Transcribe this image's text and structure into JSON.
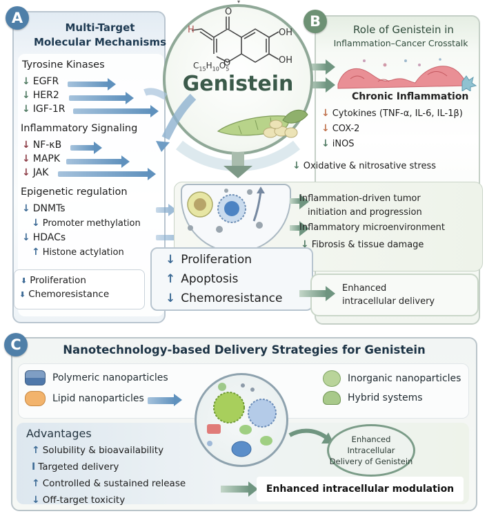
{
  "top_indicator": "▾",
  "panel_a": {
    "badge": "A",
    "title_line1": "Multi-Target",
    "title_line2": "Molecular Mechanisms",
    "sections": [
      {
        "heading": "Tyrosine Kinases",
        "items": [
          {
            "arrow": "down",
            "label": "EGFR"
          },
          {
            "arrow": "down",
            "label": "HER2"
          },
          {
            "arrow": "down",
            "label": "IGF-1R"
          }
        ]
      },
      {
        "heading": "Inflammatory Signaling",
        "items": [
          {
            "arrow": "down",
            "label": "NF-κB"
          },
          {
            "arrow": "down",
            "label": "MAPK"
          },
          {
            "arrow": "down",
            "label": "JAK"
          }
        ]
      },
      {
        "heading": "Epigenetic regulation",
        "items": [
          {
            "arrow": "down",
            "label": "DNMTs"
          },
          {
            "arrow": "down",
            "label": "Promoter methylation",
            "indent": true
          },
          {
            "arrow": "down",
            "label": "HDACs"
          },
          {
            "arrow": "up",
            "label": "Histone actylation",
            "indent": true
          }
        ]
      }
    ],
    "summary": [
      {
        "arrow": "down",
        "label": "Proliferation"
      },
      {
        "arrow": "down",
        "label": "Chemoresistance"
      }
    ]
  },
  "center": {
    "compound": "Genistein",
    "formula": "C15H10O5",
    "atoms": {
      "o_top": "O",
      "h": "H",
      "oh1": "OH",
      "oh2": "OH",
      "o_ring": "O"
    }
  },
  "panel_b": {
    "badge": "B",
    "title_line1": "Role of Genistein in",
    "title_line2": "Inflammation–Cancer Crosstalk",
    "chronic_label": "Chronic Inflammation",
    "items": [
      {
        "arrow": "down",
        "color": "orange",
        "label": "Cytokines (TNF-α, IL-6, IL-1β)"
      },
      {
        "arrow": "down",
        "color": "orange",
        "label": "COX-2"
      },
      {
        "arrow": "down",
        "color": "green",
        "label": "iNOS"
      }
    ],
    "stress": "Oxidative & nitrosative stress",
    "tumor_items": [
      "Inflammation-driven tumor",
      "initiation and progression",
      "Inflammatory microenvironment"
    ],
    "fibrosis": "Fibrosis & tissue damage",
    "enhanced_line1": "Enhanced",
    "enhanced_line2": "intracellular delivery"
  },
  "outcomes": [
    {
      "arrow": "down",
      "label": "Proliferation"
    },
    {
      "arrow": "up",
      "label": "Apoptosis"
    },
    {
      "arrow": "down",
      "label": "Chemoresistance"
    }
  ],
  "panel_c": {
    "badge": "C",
    "title": "Nanotechnology-based Delivery Strategies for Genistein",
    "nanoparticles_left": [
      "Polymeric nanoparticles",
      "Lipid nanoparticles"
    ],
    "nanoparticles_right": [
      "Inorganic nanoparticles",
      "Hybrid systems"
    ],
    "advantages_title": "Advantages",
    "advantages": [
      {
        "arrow": "up",
        "label": "Solubility & bioavailability"
      },
      {
        "arrow": "target",
        "label": "Targeted delivery"
      },
      {
        "arrow": "up",
        "label": "Controlled & sustained release"
      },
      {
        "arrow": "down",
        "label": "Off-target toxicity"
      }
    ],
    "oval_line1": "Enhanced",
    "oval_line2": "Intracellular",
    "oval_line3": "Delivery of Genistein",
    "modulation": "Enhanced intracellular modulation"
  },
  "colors": {
    "panel_a_accent": "#4f7fa8",
    "panel_b_accent": "#6d9174",
    "panel_c_accent": "#4f7fa8",
    "down_green": "#4f7a62",
    "down_red": "#8c3c46",
    "down_orange": "#c0734e",
    "blue_arrow": "#5f91bd",
    "green_arrow": "#6f9580"
  }
}
